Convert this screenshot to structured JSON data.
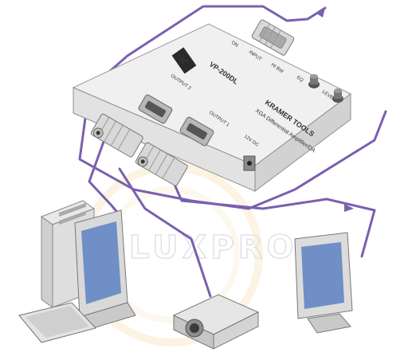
{
  "device": {
    "brand": "KRAMER TOOLS",
    "model": "VP-200DL",
    "description": "XGA Differential Amplifier/DA",
    "labels": {
      "on": "ON",
      "input": "INPUT",
      "output_1": "OUTPUT 1",
      "output_2": "OUTPUT 2",
      "power": "12V DC",
      "eq": "EQ",
      "level": "LEVEL",
      "hi_bw": "HI BW"
    }
  },
  "watermark": "LUXPRO",
  "colors": {
    "cable": "#7b5fb0",
    "device_body": "#e6e6e6",
    "device_top": "#f0f0f0",
    "screen": "#6f8fc6",
    "watermark_ring": "#f3c46a",
    "watermark_text": "#c7cdd6"
  }
}
